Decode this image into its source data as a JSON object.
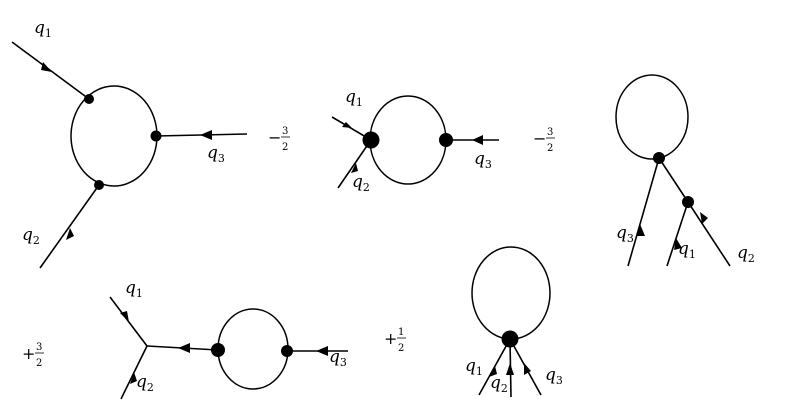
{
  "labels": {
    "q1": {
      "main": "q",
      "sub": "1"
    },
    "q2": {
      "main": "q",
      "sub": "2"
    },
    "q3": {
      "main": "q",
      "sub": "3"
    }
  },
  "coefficients": [
    {
      "sign": "−",
      "num": "3",
      "den": "2"
    },
    {
      "sign": "−",
      "num": "3",
      "den": "2"
    },
    {
      "sign": "+",
      "num": "3",
      "den": "2"
    },
    {
      "sign": "+",
      "num": "1",
      "den": "2"
    }
  ]
}
